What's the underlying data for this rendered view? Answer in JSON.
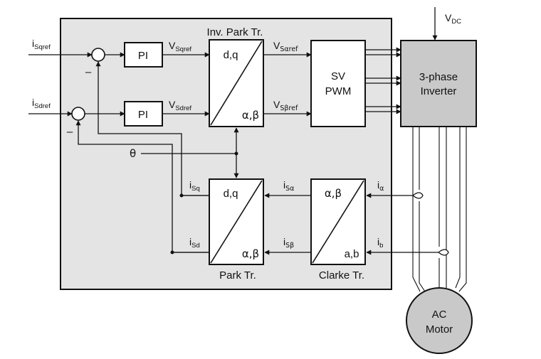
{
  "blocks": {
    "inv_park_title": "Inv. Park Tr.",
    "park_title": "Park Tr.",
    "clarke_title": "Clarke Tr.",
    "pi_q": "PI",
    "pi_d": "PI",
    "svpwm_line1": "SV",
    "svpwm_line2": "PWM",
    "inverter_line1": "3-phase",
    "inverter_line2": "Inverter",
    "motor_line1": "AC",
    "motor_line2": "Motor",
    "dq": "d,q",
    "ab_greek": "α,β",
    "ab_latin": "a,b"
  },
  "signals": {
    "isqref": {
      "main": "i",
      "sub": "Sqref"
    },
    "isdref": {
      "main": "i",
      "sub": "Sdref"
    },
    "vsqref": {
      "main": "V",
      "sub": "Sqref"
    },
    "vsdref": {
      "main": "V",
      "sub": "Sdref"
    },
    "vsaref": {
      "main": "V",
      "sub": "Sαref"
    },
    "vsbref": {
      "main": "V",
      "sub": "Sβref"
    },
    "vdc": {
      "main": "V",
      "sub": "DC"
    },
    "theta": "θ",
    "isq": {
      "main": "i",
      "sub": "Sq"
    },
    "isd": {
      "main": "i",
      "sub": "Sd"
    },
    "isa": {
      "main": "i",
      "sub": "Sα"
    },
    "isb": {
      "main": "i",
      "sub": "Sβ"
    },
    "ia": {
      "main": "i",
      "sub": "α"
    },
    "ib": {
      "main": "i",
      "sub": "b"
    }
  },
  "summing": {
    "minus_q": "–",
    "minus_d": "–"
  },
  "colors": {
    "panel": "#e4e4e4",
    "inverter": "#c9c9c9",
    "motor": "#c9c9c9",
    "line": "#111111"
  }
}
